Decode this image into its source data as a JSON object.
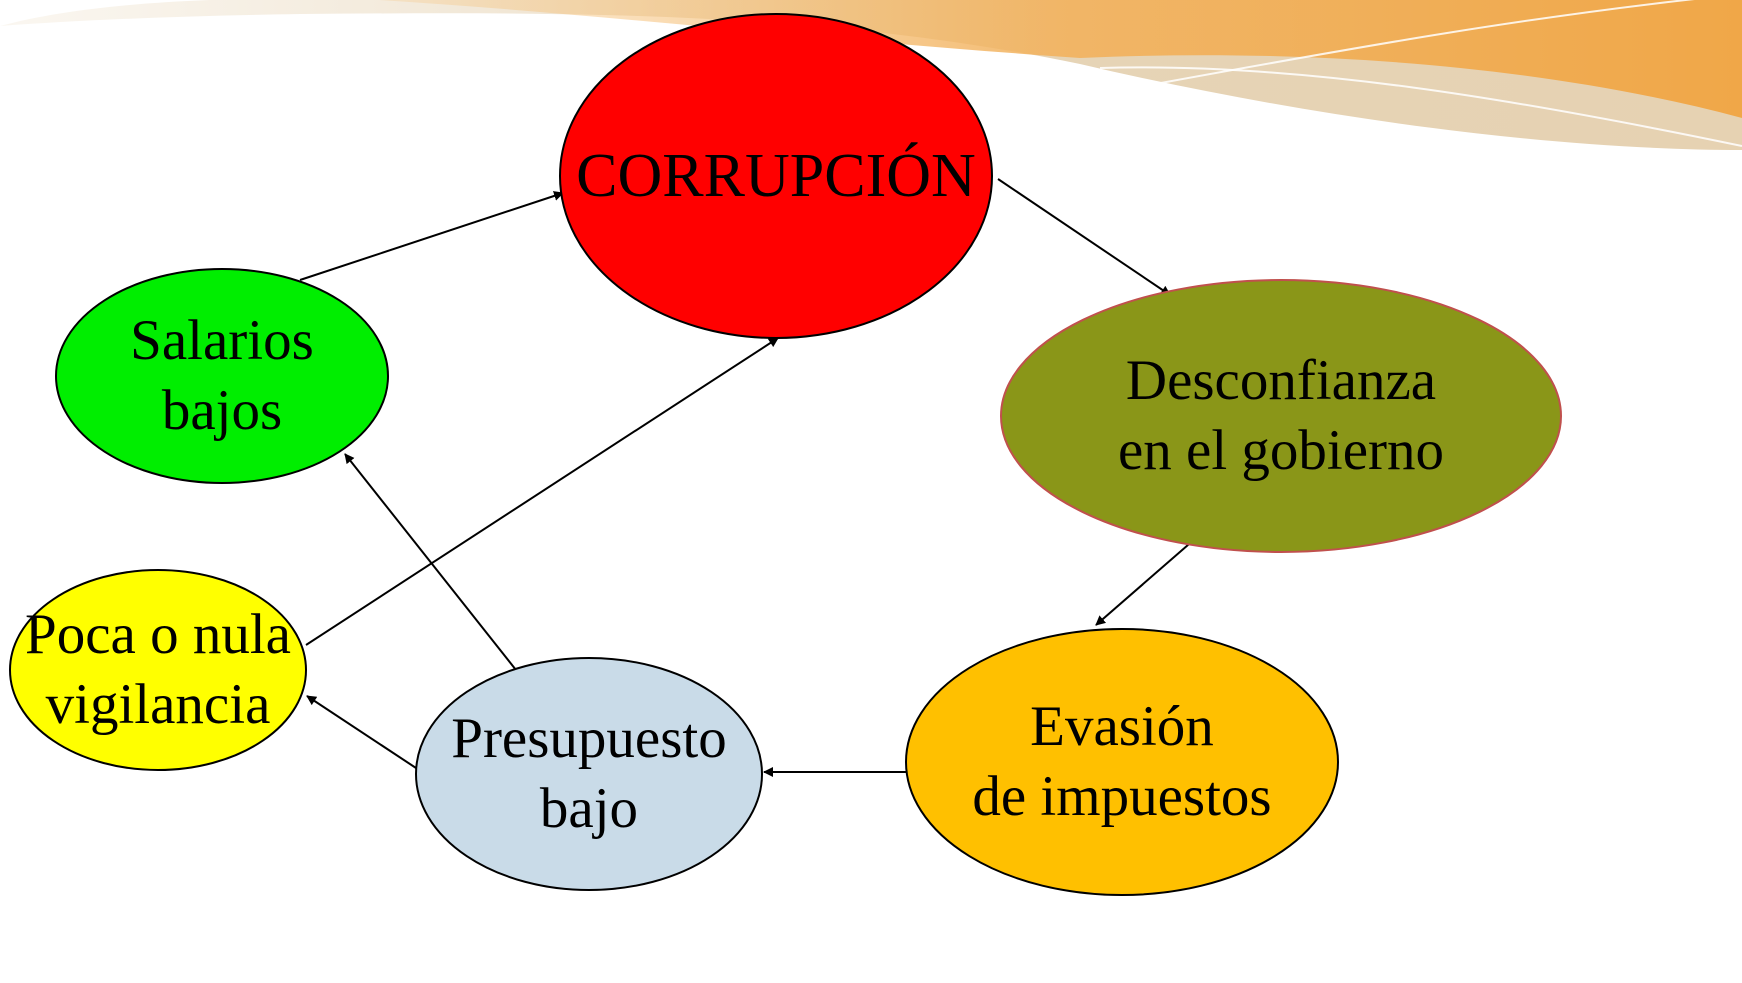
{
  "diagram": {
    "nodes": [
      {
        "id": "corrupcion",
        "lines": [
          "CORRUPCIÓN"
        ],
        "fill": "#ff0000"
      },
      {
        "id": "salarios",
        "lines": [
          "Salarios",
          "bajos"
        ],
        "fill": "#00ee00"
      },
      {
        "id": "desconfianza",
        "lines": [
          "Desconfianza",
          "en el gobierno"
        ],
        "fill": "#8a9618"
      },
      {
        "id": "vigilancia",
        "lines": [
          "Poca  o nula",
          "vigilancia"
        ],
        "fill": "#ffff00"
      },
      {
        "id": "presupuesto",
        "lines": [
          "Presupuesto",
          "bajo"
        ],
        "fill": "#c9dbe8"
      },
      {
        "id": "evasion",
        "lines": [
          "Evasión",
          "de impuestos"
        ],
        "fill": "#ffc000"
      }
    ],
    "edges": [
      {
        "from": "salarios",
        "to": "corrupcion"
      },
      {
        "from": "corrupcion",
        "to": "desconfianza"
      },
      {
        "from": "desconfianza",
        "to": "evasion"
      },
      {
        "from": "evasion",
        "to": "presupuesto"
      },
      {
        "from": "presupuesto",
        "to": "vigilancia"
      },
      {
        "from": "presupuesto",
        "to": "salarios"
      },
      {
        "from": "vigilancia",
        "to": "corrupcion"
      }
    ]
  }
}
